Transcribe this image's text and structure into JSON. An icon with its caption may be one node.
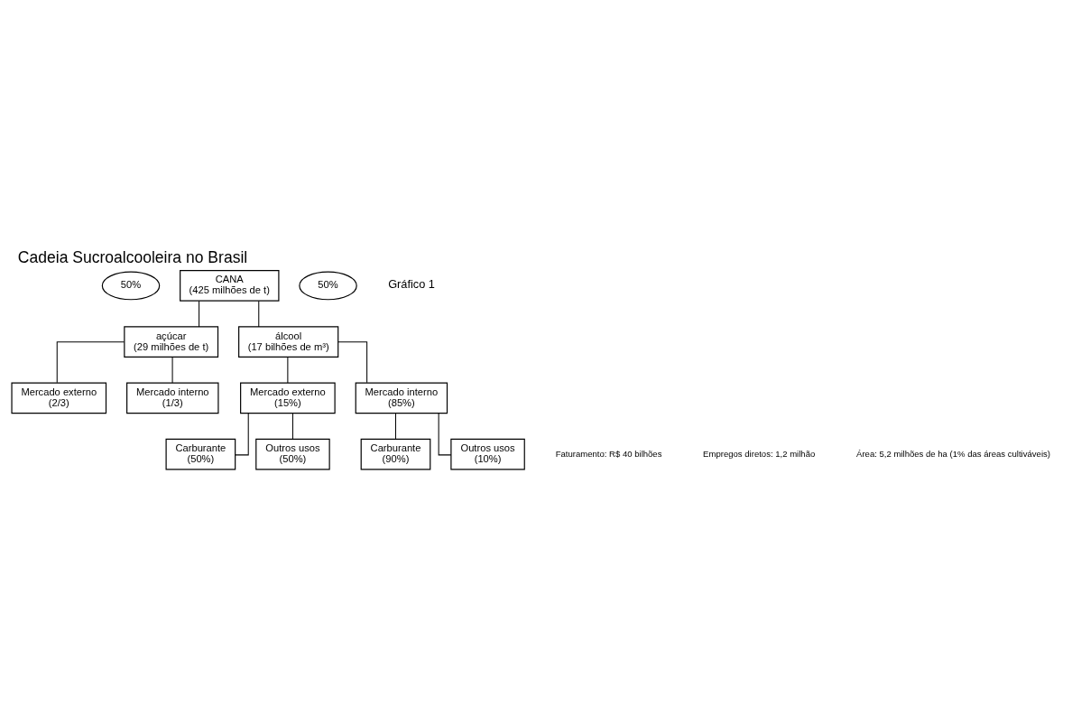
{
  "diagram": {
    "title": "Cadeia Sucroalcooleira no Brasil",
    "nodes": [
      {
        "text": [
          "CANA",
          "(425 milhões de t)"
        ]
      },
      {
        "text": [
          "50%"
        ]
      },
      {
        "text": [
          "50%"
        ]
      },
      {
        "text": [
          "açúcar",
          "(29 milhões de t)"
        ]
      },
      {
        "text": [
          "álcool",
          "(17 bilhões de m³)"
        ]
      },
      {
        "text": [
          "Mercado externo",
          "(2/3)"
        ]
      },
      {
        "text": [
          "Mercado interno",
          "(1/3)"
        ]
      },
      {
        "text": [
          "Mercado externo",
          "(15%)"
        ]
      },
      {
        "text": [
          "Mercado interno",
          "(85%)"
        ]
      },
      {
        "text": [
          "Carburante",
          "(50%)"
        ]
      },
      {
        "text": [
          "Outros usos",
          "(50%)"
        ]
      },
      {
        "text": [
          "Carburante",
          "(90%)"
        ]
      },
      {
        "text": [
          "Outros usos",
          "(10%)"
        ]
      }
    ],
    "edges": [
      {
        "from": 0,
        "to": 3,
        "arrow": "none"
      },
      {
        "from": 0,
        "to": 4,
        "arrow": "none"
      },
      {
        "from": 3,
        "to": 5,
        "arrow": "none"
      },
      {
        "from": 3,
        "to": 6,
        "arrow": "none"
      },
      {
        "from": 4,
        "to": 7,
        "arrow": "none"
      },
      {
        "from": 4,
        "to": 8,
        "arrow": "none"
      },
      {
        "from": 7,
        "to": 9,
        "arrow": "none"
      },
      {
        "from": 7,
        "to": 10,
        "arrow": "none"
      },
      {
        "from": 8,
        "to": 11,
        "arrow": "none"
      },
      {
        "from": 8,
        "to": 12,
        "arrow": "none"
      }
    ],
    "labels": [
      "Gráfico 1",
      "Faturamento: R$ 40 bilhões",
      "Empregos diretos: 1,2 milhão",
      "Área: 5,2 milhões de ha (1% das áreas cultiváveis)"
    ]
  }
}
